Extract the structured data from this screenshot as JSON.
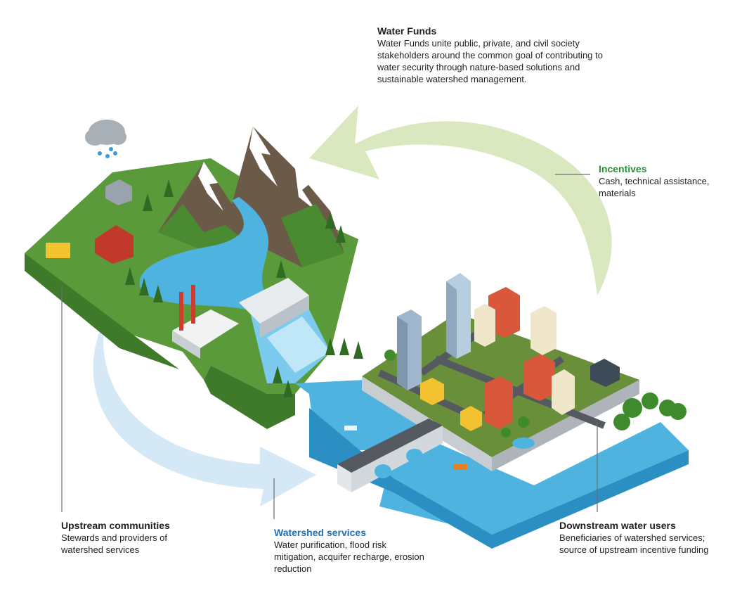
{
  "water_funds": {
    "title": "Water Funds",
    "body": "Water Funds unite public, private, and civil society stakeholders around the common goal of contributing to water security through nature-based solutions and sustainable watershed management."
  },
  "incentives": {
    "title": "Incentives",
    "body": "Cash, technical assistance, materials"
  },
  "upstream": {
    "title": "Upstream communities",
    "body": "Stewards and providers of watershed services"
  },
  "watershed": {
    "title": "Watershed services",
    "body": "Water purification, flood risk mitigation, acquifer recharge, erosion reduction"
  },
  "downstream": {
    "title": "Downstream water users",
    "body": "Beneficiaries of watershed services; source of upstream incentive funding"
  },
  "colors": {
    "grass": "#5a9a3a",
    "grass_dark": "#3f7a2a",
    "water": "#4fb3e0",
    "water_dark": "#2b8fc4",
    "mountain": "#6b5a48",
    "snow": "#ffffff",
    "road": "#555a60",
    "green_arrow": "#d6e6b8",
    "blue_arrow": "#cfe5f5",
    "incentives_title": "#2e8b3a",
    "watershed_title": "#1f6fb5"
  }
}
